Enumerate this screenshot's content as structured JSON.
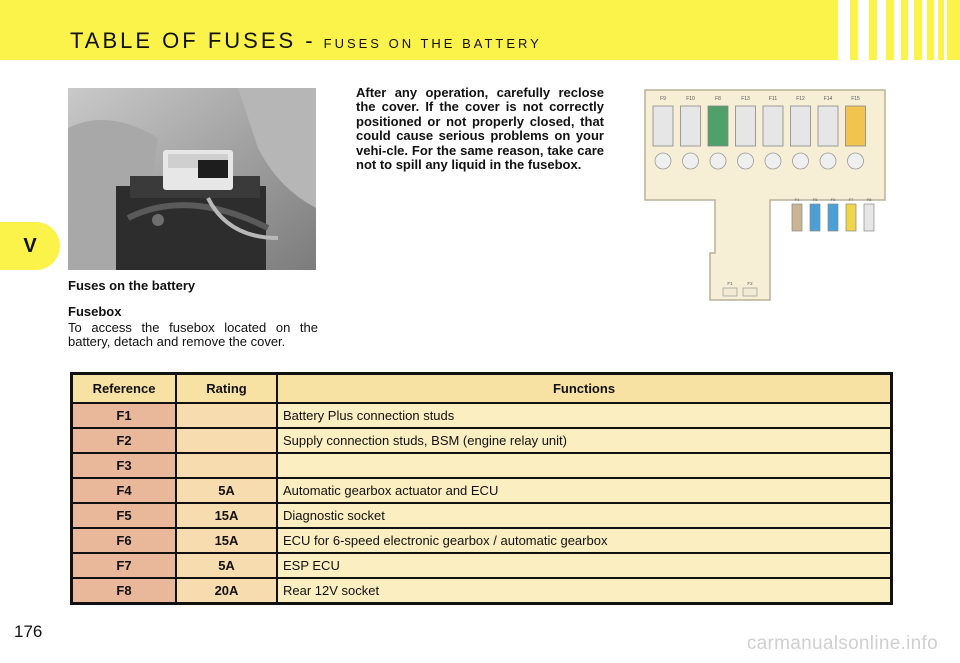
{
  "header": {
    "title": "TABLE OF FUSES -",
    "subtitle": "FUSES ON THE BATTERY",
    "band_color": "#fbf24a"
  },
  "chapter": {
    "label": "V"
  },
  "left": {
    "section_title": "Fuses on the battery",
    "fusebox_title": "Fusebox",
    "fusebox_desc": "To access the fusebox located on the battery, detach and remove the cover."
  },
  "warning": "After any operation, carefully reclose the cover. If the cover is not correctly positioned or not properly closed, that could cause serious problems on your vehi-cle. For the same reason, take care not to spill any liquid in the fusebox.",
  "diagram": {
    "top_labels": [
      "F9",
      "F10",
      "F8",
      "F13",
      "F11",
      "F12",
      "F14",
      "F15"
    ],
    "top_fuse_colors": [
      "#e6e6e6",
      "#e6e6e6",
      "#4fa06a",
      "#e6e6e6",
      "#e6e6e6",
      "#e6e6e6",
      "#e6e6e6",
      "#f1c44f"
    ],
    "mid_labels": [
      "F4",
      "F5",
      "F6",
      "F7",
      "F8"
    ],
    "mid_fuse_colors": [
      "#c9b594",
      "#4aa0d6",
      "#4aa0d6",
      "#f0d54a",
      "#e6e6e6"
    ],
    "bottom_labels": [
      "F1",
      "F2"
    ]
  },
  "table": {
    "headers": {
      "reference": "Reference",
      "rating": "Rating",
      "functions": "Functions"
    },
    "rows": [
      {
        "ref": "F1",
        "rating": "",
        "function": "Battery Plus connection studs"
      },
      {
        "ref": "F2",
        "rating": "",
        "function": "Supply connection studs, BSM (engine relay unit)"
      },
      {
        "ref": "F3",
        "rating": "",
        "function": ""
      },
      {
        "ref": "F4",
        "rating": "5A",
        "function": "Automatic gearbox actuator and ECU"
      },
      {
        "ref": "F5",
        "rating": "15A",
        "function": "Diagnostic socket"
      },
      {
        "ref": "F6",
        "rating": "15A",
        "function": "ECU for 6-speed electronic gearbox / automatic gearbox"
      },
      {
        "ref": "F7",
        "rating": "5A",
        "function": "ESP ECU"
      },
      {
        "ref": "F8",
        "rating": "20A",
        "function": "Rear 12V socket"
      }
    ]
  },
  "page_number": "176",
  "watermark": "carmanualsonline.info"
}
